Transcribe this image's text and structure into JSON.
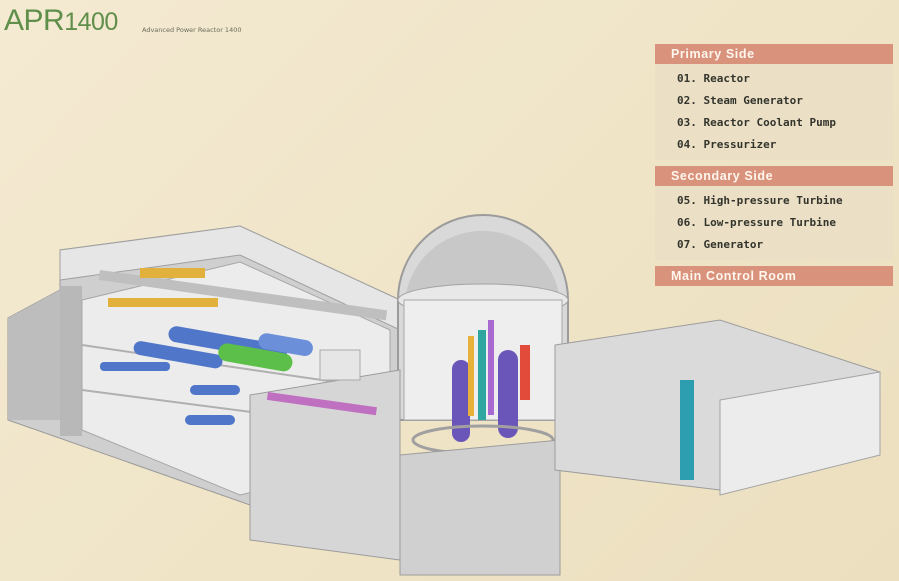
{
  "header": {
    "title_main": "APR",
    "title_num": "1400",
    "subtitle": "Advanced Power Reactor 1400"
  },
  "legend": {
    "primary_side": {
      "heading": "Primary Side",
      "items": [
        "01. Reactor",
        "02. Steam Generator",
        "03. Reactor Coolant Pump",
        "04. Pressurizer"
      ]
    },
    "secondary_side": {
      "heading": "Secondary Side",
      "items": [
        "05. High-pressure Turbine",
        "06. Low-pressure Turbine",
        "07. Generator"
      ]
    },
    "main_control_room": {
      "heading": "Main Control Room"
    }
  },
  "colors": {
    "background": "#f0e6cb",
    "title_green": "#5f8f4a",
    "legend_header": "#d9927b",
    "building_gray": "#d8d8d8",
    "crane_yellow": "#e6b43a",
    "turbine_blue": "#4f76c8",
    "generator_green": "#5cbf4a",
    "steam_generator_purple": "#6a55b8"
  }
}
